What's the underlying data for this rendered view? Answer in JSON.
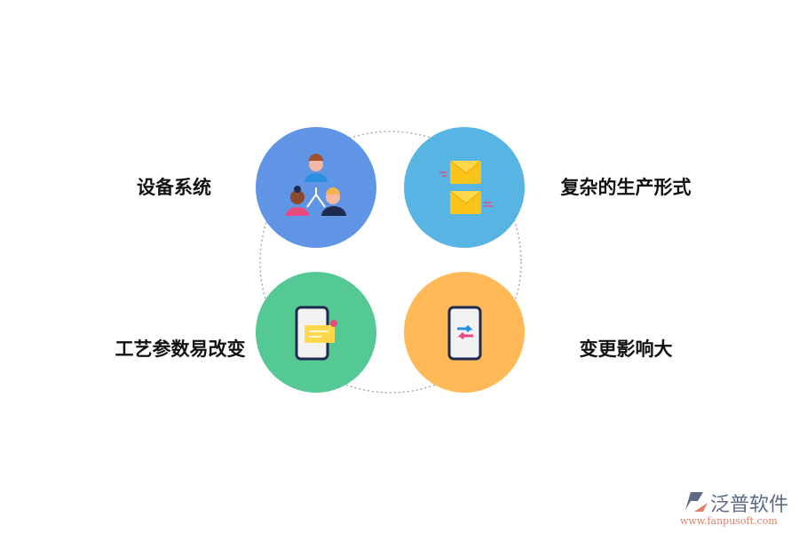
{
  "items": [
    {
      "label": "设备系统",
      "color": "#5f95e4",
      "icon": "people-hierarchy-icon"
    },
    {
      "label": "复杂的生产形式",
      "color": "#58b5e3",
      "icon": "envelopes-icon"
    },
    {
      "label": "工艺参数易改变",
      "color": "#55c994",
      "icon": "phone-message-icon"
    },
    {
      "label": "变更影响大",
      "color": "#ffb957",
      "icon": "phone-transfer-icon"
    }
  ],
  "logo": {
    "name": "泛普软件",
    "url": "www.fanpusoft.com"
  }
}
